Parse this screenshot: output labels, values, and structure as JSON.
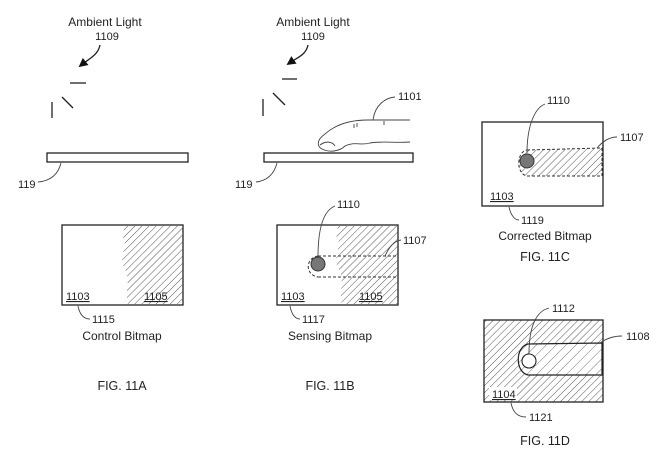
{
  "fig_a": {
    "ambient": "Ambient Light",
    "ref_light": "1109",
    "ref_panel": "119",
    "ref_bitmap_area": "1103",
    "ref_shadow": "1105",
    "ref_bitmap": "1115",
    "caption": "Control Bitmap",
    "figure": "FIG. 11A"
  },
  "fig_b": {
    "ambient": "Ambient Light",
    "ref_light": "1109",
    "ref_finger": "1101",
    "ref_panel": "119",
    "ref_touch": "1110",
    "ref_outline": "1107",
    "ref_bitmap_area": "1103",
    "ref_shadow": "1105",
    "ref_bitmap": "1117",
    "caption": "Sensing Bitmap",
    "figure": "FIG. 11B"
  },
  "fig_c": {
    "ref_touch": "1110",
    "ref_outline": "1107",
    "ref_bitmap_area": "1103",
    "ref_bitmap": "1119",
    "caption": "Corrected Bitmap",
    "figure": "FIG. 11C"
  },
  "fig_d": {
    "ref_touch": "1112",
    "ref_outline": "1108",
    "ref_bitmap_area": "1104",
    "ref_bitmap": "1121",
    "figure": "FIG. 11D"
  }
}
